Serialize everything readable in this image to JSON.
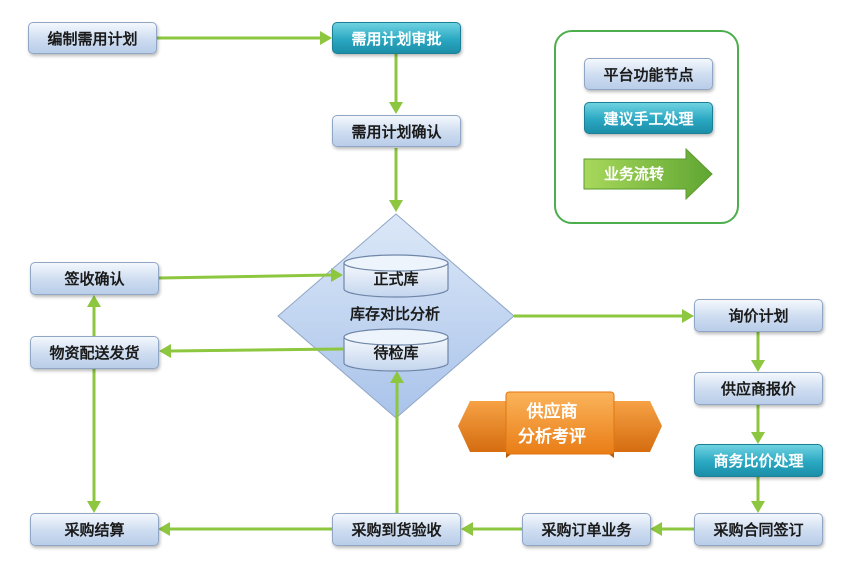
{
  "nodes": {
    "edit_plan": "编制需用计划",
    "plan_approval": "需用计划审批",
    "plan_confirm": "需用计划确认",
    "sign_confirm": "签收确认",
    "material_delivery": "物资配送发货",
    "inquiry_plan": "询价计划",
    "supplier_quote": "供应商报价",
    "price_compare": "商务比价处理",
    "contract_sign": "采购合同签订",
    "order_business": "采购订单业务",
    "arrival_inspection": "采购到货验收",
    "settlement": "采购结算"
  },
  "diamond": {
    "label": "库存对比分析",
    "formal_store": "正式库",
    "pending_store": "待检库"
  },
  "legend": {
    "platform_node": "平台功能节点",
    "manual_process": "建议手工处理",
    "business_flow": "业务流转"
  },
  "ribbon": {
    "line1": "供应商",
    "line2": "分析考评"
  },
  "colors": {
    "arrow": "#8dc63f",
    "manual_node": "#2aa8c2",
    "platform_node": "#cddcf0",
    "diamond": "#b9d0f0",
    "ribbon": "#f7941d",
    "legend_border": "#4cae4c"
  }
}
